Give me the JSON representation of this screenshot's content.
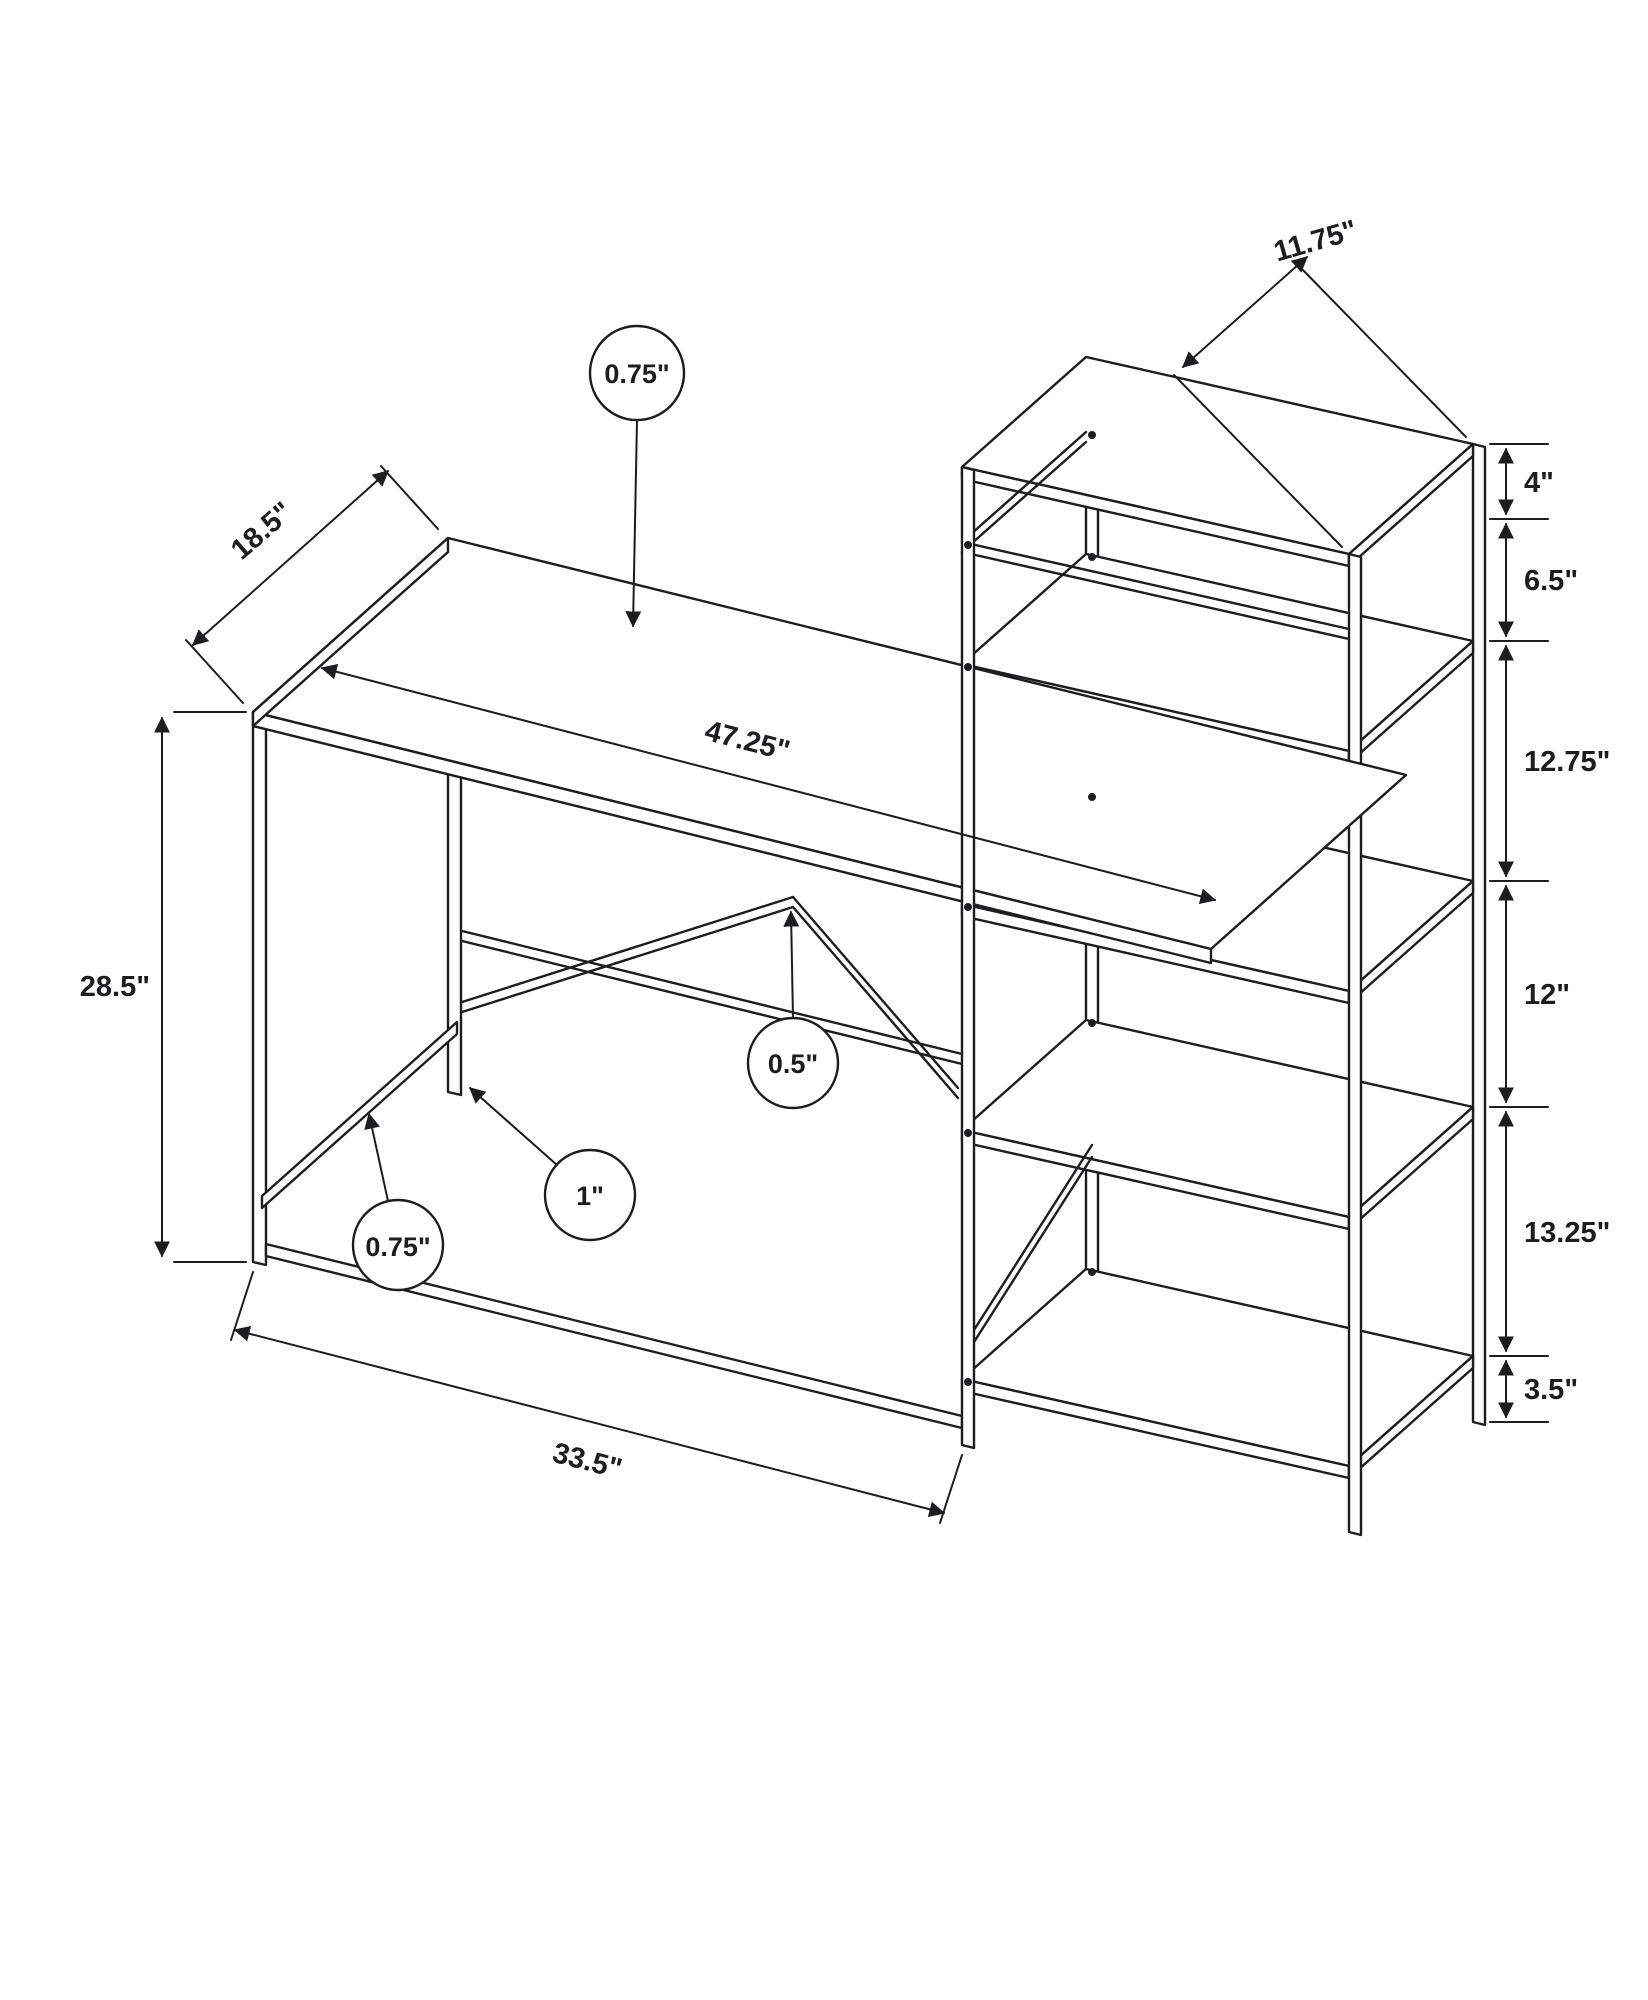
{
  "figure": {
    "kind": "furniture-assembly-dimension-diagram",
    "colors": {
      "background": "#ffffff",
      "line": "#1d1d1f"
    }
  },
  "labels": {
    "shelf_depth": "11.75\"",
    "shelf_gap_top": "4\"",
    "shelf_gap_2": "6.5\"",
    "shelf_gap_3": "12.75\"",
    "shelf_gap_4": "12\"",
    "shelf_gap_5": "13.25\"",
    "shelf_gap_bottom": "3.5\"",
    "desktop_thickness": "0.75\"",
    "desk_depth": "18.5\"",
    "desk_length": "47.25\"",
    "desk_height": "28.5\"",
    "brace_thickness": "0.5\"",
    "leg_width": "1\"",
    "leg_thickness": "0.75\"",
    "base_depth": "33.5\""
  }
}
